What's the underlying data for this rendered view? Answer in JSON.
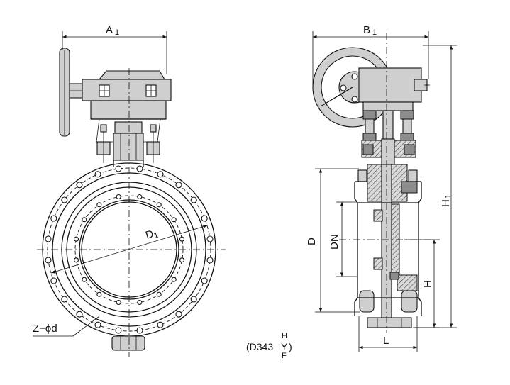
{
  "front_view": {
    "dim_a1": {
      "main": "A",
      "sub": "1"
    },
    "dim_d1": {
      "main": "D",
      "sub": "1"
    },
    "bolt_callout": "Z−ϕd"
  },
  "side_view": {
    "dim_b1": {
      "main": "B",
      "sub": "1"
    },
    "dim_h1": {
      "main": "H",
      "sub": "1"
    },
    "dim_d": "D",
    "dim_dn": "DN",
    "dim_h": "H",
    "dim_l": "L"
  },
  "model": {
    "prefix": "(D343",
    "variant_top": "H",
    "variant_mid": "Y",
    "variant_bottom": "F",
    "suffix": ")"
  },
  "front_flange_holes": 24,
  "front_inner_holes": 16
}
